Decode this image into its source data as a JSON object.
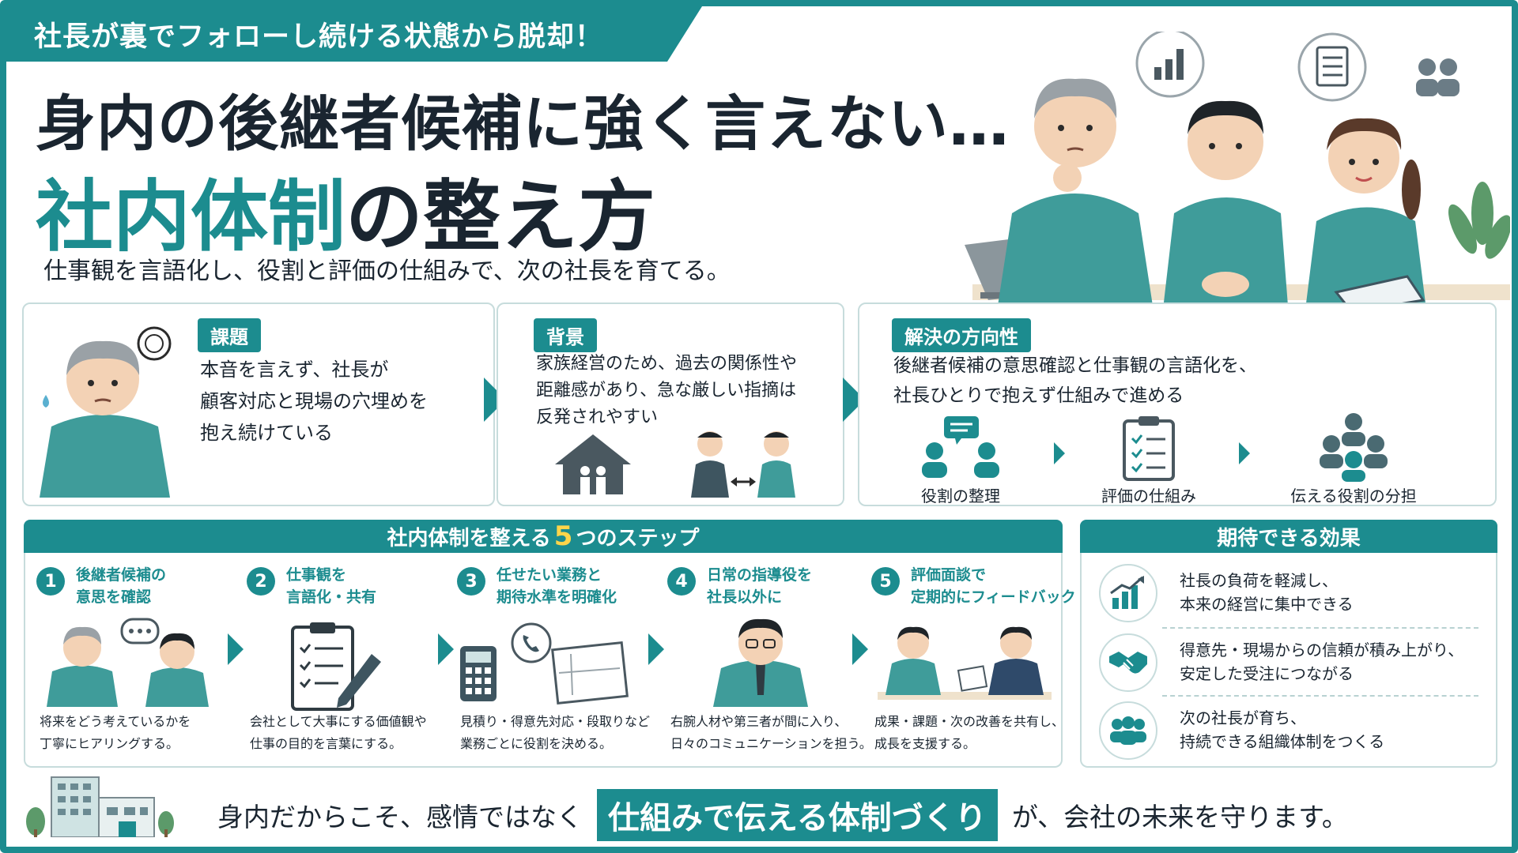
{
  "ribbon": "社長が裏でフォローし続ける状態から脱却！",
  "title": {
    "line1": "身内の後継者候補に強く言えない…",
    "line2_accent": "社内体制",
    "line2_rest": "の整え方"
  },
  "subtitle": "仕事観を言語化し、役割と評価の仕組みで、次の社長を育てる。",
  "issue": {
    "tag": "課題",
    "lines": [
      "本音を言えず、社長が",
      "顧客対応と現場の穴埋めを",
      "抱え続けている"
    ]
  },
  "background": {
    "tag": "背景",
    "lines": [
      "家族経営のため、過去の関係性や",
      "距離感があり、急な厳しい指摘は",
      "反発されやすい"
    ]
  },
  "direction": {
    "tag": "解決の方向性",
    "lines": [
      "後継者候補の意思確認と仕事観の言語化を、",
      "社長ひとりで抱えず仕組みで進める"
    ],
    "icons": [
      {
        "label": "役割の整理",
        "icon": "discussion-icon"
      },
      {
        "label": "評価の仕組み",
        "icon": "clipboard-icon"
      },
      {
        "label": "伝える役割の分担",
        "icon": "team-icon"
      }
    ]
  },
  "steps": {
    "heading_pre": "社内体制を整える",
    "heading_num": "5",
    "heading_post": "つのステップ",
    "items": [
      {
        "num": "1",
        "title": [
          "後継者候補の",
          "意思を確認"
        ],
        "desc": [
          "将来をどう考えているかを",
          "丁寧にヒアリングする。"
        ]
      },
      {
        "num": "2",
        "title": [
          "仕事観を",
          "言語化・共有"
        ],
        "desc": [
          "会社として大事にする価値観や",
          "仕事の目的を言葉にする。"
        ]
      },
      {
        "num": "3",
        "title": [
          "任せたい業務と",
          "期待水準を明確化"
        ],
        "desc": [
          "見積り・得意先対応・段取りなど",
          "業務ごとに役割を決める。"
        ]
      },
      {
        "num": "4",
        "title": [
          "日常の指導役を",
          "社長以外に"
        ],
        "desc": [
          "右腕人材や第三者が間に入り、",
          "日々のコミュニケーションを担う。"
        ]
      },
      {
        "num": "5",
        "title": [
          "評価面談で",
          "定期的にフィードバック"
        ],
        "desc": [
          "成果・課題・次の改善を共有し、",
          "成長を支援する。"
        ]
      }
    ]
  },
  "effects": {
    "heading": "期待できる効果",
    "items": [
      {
        "lines": [
          "社長の負荷を軽減し、",
          "本来の経営に集中できる"
        ],
        "icon": "growth-chart-icon"
      },
      {
        "lines": [
          "得意先・現場からの信頼が積み上がり、",
          "安定した受注につながる"
        ],
        "icon": "handshake-icon"
      },
      {
        "lines": [
          "次の社長が育ち、",
          "持続できる組織体制をつくる"
        ],
        "icon": "group-icon"
      }
    ]
  },
  "bottom": {
    "pre": "身内だからこそ、感情ではなく",
    "highlight": "仕組みで伝える体制づくり",
    "post": "が、会社の未来を守ります。"
  },
  "colors": {
    "accent": "#1c8c8f",
    "highlight_num": "#ffd54a",
    "text": "#1a2530"
  }
}
